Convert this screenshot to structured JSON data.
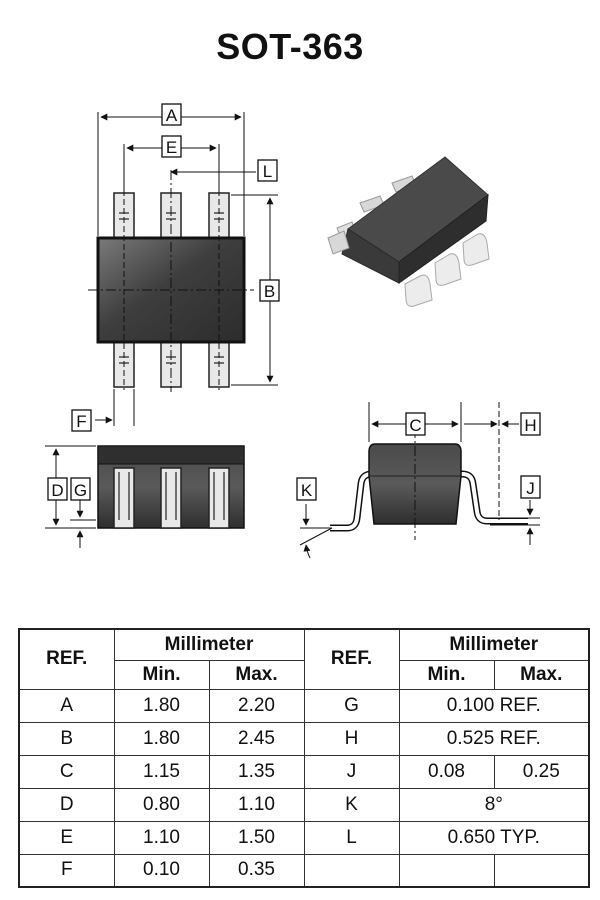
{
  "title": "SOT-363",
  "labels": {
    "A": "A",
    "B": "B",
    "C": "C",
    "D": "D",
    "E": "E",
    "F": "F",
    "G": "G",
    "H": "H",
    "J": "J",
    "K": "K",
    "L": "L"
  },
  "colors": {
    "body": "#3d3d3d",
    "body_highlight": "#6a6a6a",
    "lead": "#e6e6e6",
    "line": "#111111"
  },
  "table": {
    "ref_header": "REF.",
    "unit_header": "Millimeter",
    "min_header": "Min.",
    "max_header": "Max.",
    "rows": [
      {
        "ref": "A",
        "min": "1.80",
        "max": "2.20",
        "ref2": "G",
        "span2": "0.100 REF."
      },
      {
        "ref": "B",
        "min": "1.80",
        "max": "2.45",
        "ref2": "H",
        "span2": "0.525 REF."
      },
      {
        "ref": "C",
        "min": "1.15",
        "max": "1.35",
        "ref2": "J",
        "min2": "0.08",
        "max2": "0.25"
      },
      {
        "ref": "D",
        "min": "0.80",
        "max": "1.10",
        "ref2": "K",
        "span2": "8°"
      },
      {
        "ref": "E",
        "min": "1.10",
        "max": "1.50",
        "ref2": "L",
        "span2": "0.650 TYP."
      },
      {
        "ref": "F",
        "min": "0.10",
        "max": "0.35",
        "ref2": "",
        "min2": "",
        "max2": ""
      }
    ]
  }
}
